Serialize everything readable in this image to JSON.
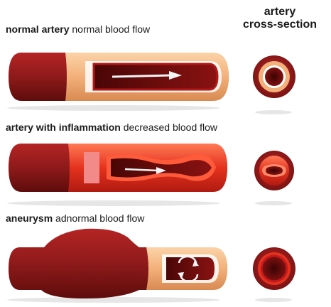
{
  "column_header": {
    "line1": "artery",
    "line2": "cross-section"
  },
  "rows": [
    {
      "title": "normal artery",
      "description": "normal blood flow",
      "condition": "normal"
    },
    {
      "title": "artery with inflammation",
      "description": "decreased blood flow",
      "condition": "inflammation"
    },
    {
      "title": "aneurysm",
      "description": "adnormal blood flow",
      "condition": "aneurysm"
    }
  ],
  "colors": {
    "artery_outer": "#8e1a1a",
    "artery_shadow": "#6e1010",
    "artery_wall": "#f3b07a",
    "artery_wall_light": "#fbd3a8",
    "lumen_dark": "#6a0c0c",
    "blood": "#c0191a",
    "inflamed": "#e5321f",
    "inflamed_light": "#ff6a4a",
    "arrow": "#ffffff"
  },
  "icons": {
    "flow_arrow": "straight-arrow",
    "turbulent_flow": "circular-arrows"
  }
}
